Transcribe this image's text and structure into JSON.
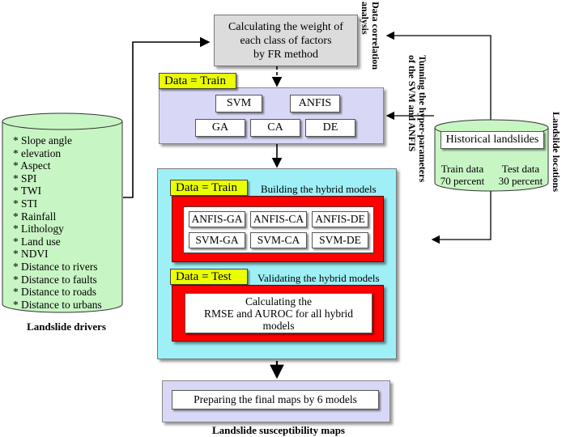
{
  "fr_box": {
    "lines": [
      "Calculating the weight of",
      "each class of factors",
      "by FR method"
    ]
  },
  "train_panel": {
    "tag": "Data = Train",
    "models": [
      "SVM",
      "ANFIS"
    ],
    "optimizers": [
      "GA",
      "CA",
      "DE"
    ]
  },
  "drivers": {
    "items": [
      "* Slope angle",
      "* elevation",
      "* Aspect",
      "* SPI",
      "* TWI",
      "* STI",
      "* Rainfall",
      "* Lithology",
      "* Land use",
      "* NDVI",
      "* Distance to rivers",
      "* Distance to faults",
      "* Distance to roads",
      "* Distance to urbans"
    ],
    "caption": "Landslide drivers"
  },
  "landslides": {
    "title": "Historical landslides",
    "train": [
      "Train data",
      "70 percent"
    ],
    "test": [
      "Test data",
      "30 percent"
    ]
  },
  "side_labels": {
    "correlation": [
      "Data correlation",
      "analysis"
    ],
    "tuning": [
      "Tunning the hyper-parameters",
      "of the SVM and ANFIS"
    ],
    "locations": "Landslide locations"
  },
  "hybrid": {
    "train_tag": "Data = Train",
    "build_title": "Building the hybrid models",
    "models": [
      "ANFIS-GA",
      "ANFIS-CA",
      "ANFIS-DE",
      "SVM-GA",
      "SVM-CA",
      "SVM-DE"
    ],
    "test_tag": "Data = Test",
    "validate_title": "Validating the hybrid models",
    "validate_lines": [
      "Calculating the",
      "RMSE and AUROC for all hybrid",
      "models"
    ]
  },
  "final": {
    "text": "Preparing the final maps by 6 models",
    "caption": "Landslide susceptibility maps"
  },
  "colors": {
    "lavender": "#d8d8f6",
    "cyan": "#9ef0f6",
    "mint": "#c8f5c4",
    "yellow": "#eaff00",
    "red": "#ff0000",
    "grey": "#dcdcdc"
  }
}
